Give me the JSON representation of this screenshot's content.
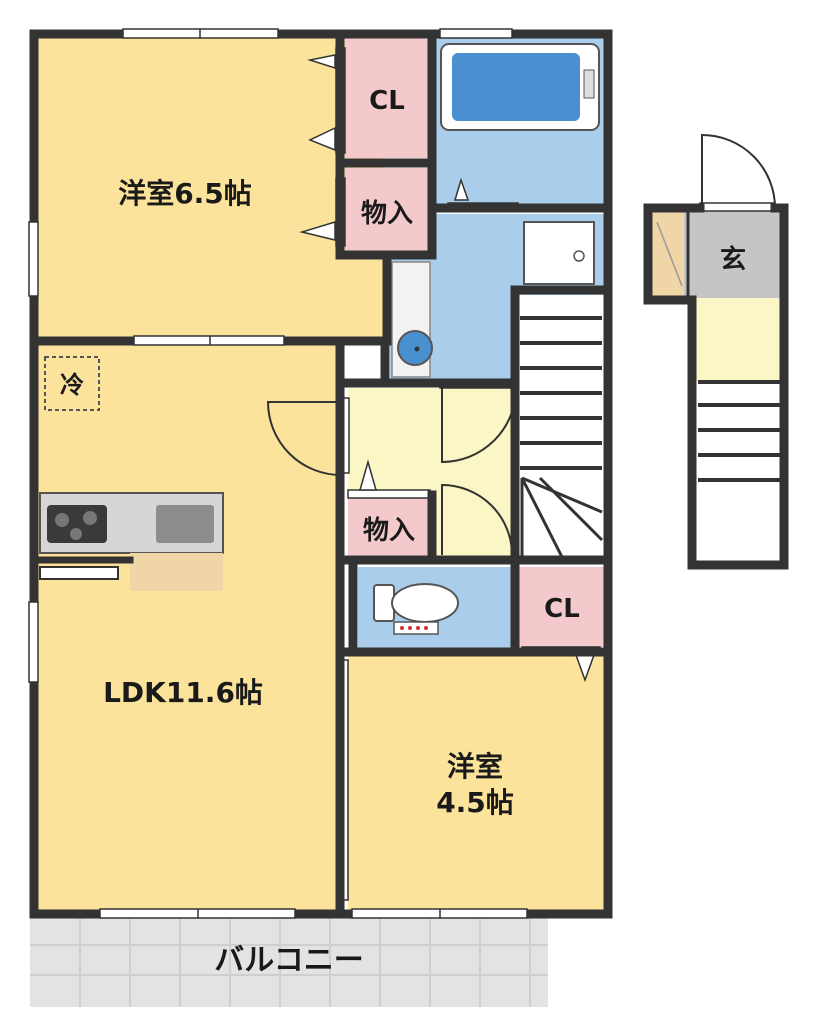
{
  "floorplan": {
    "rooms": {
      "western_room_large": "洋室6.5帖",
      "ldk": "LDK11.6帖",
      "western_room_small_line1": "洋室",
      "western_room_small_line2": "4.5帖",
      "closet_top": "CL",
      "closet_bottom": "CL",
      "storage_top": "物入",
      "storage_bottom": "物入",
      "entrance": "玄",
      "balcony": "バルコニー",
      "fridge": "冷"
    },
    "colors": {
      "room": "#fbe39b",
      "hall": "#faf6c5",
      "wet_area": "#a9cdea",
      "closet": "#f3c9cc",
      "entrance": "#c5c5c5",
      "balcony": "#e3e3e3",
      "wall": "#333333"
    }
  }
}
